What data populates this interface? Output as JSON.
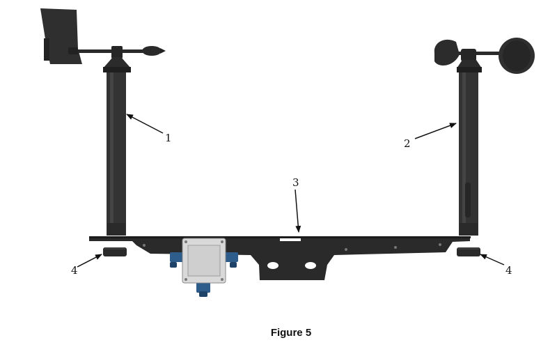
{
  "figure": {
    "caption": "Figure 5",
    "callouts": {
      "wind_vane_sensor": "1",
      "anemometer_sensor": "2",
      "crossarm": "3",
      "mount_left": "4",
      "mount_right": "4"
    },
    "colors": {
      "sensor_body": "#2f2f2f",
      "sensor_dark": "#1f1f1f",
      "crossarm": "#2a2a2a",
      "junction_box": "#d9d9d9",
      "connector_blue": "#2e5d8c",
      "background": "#ffffff"
    }
  }
}
